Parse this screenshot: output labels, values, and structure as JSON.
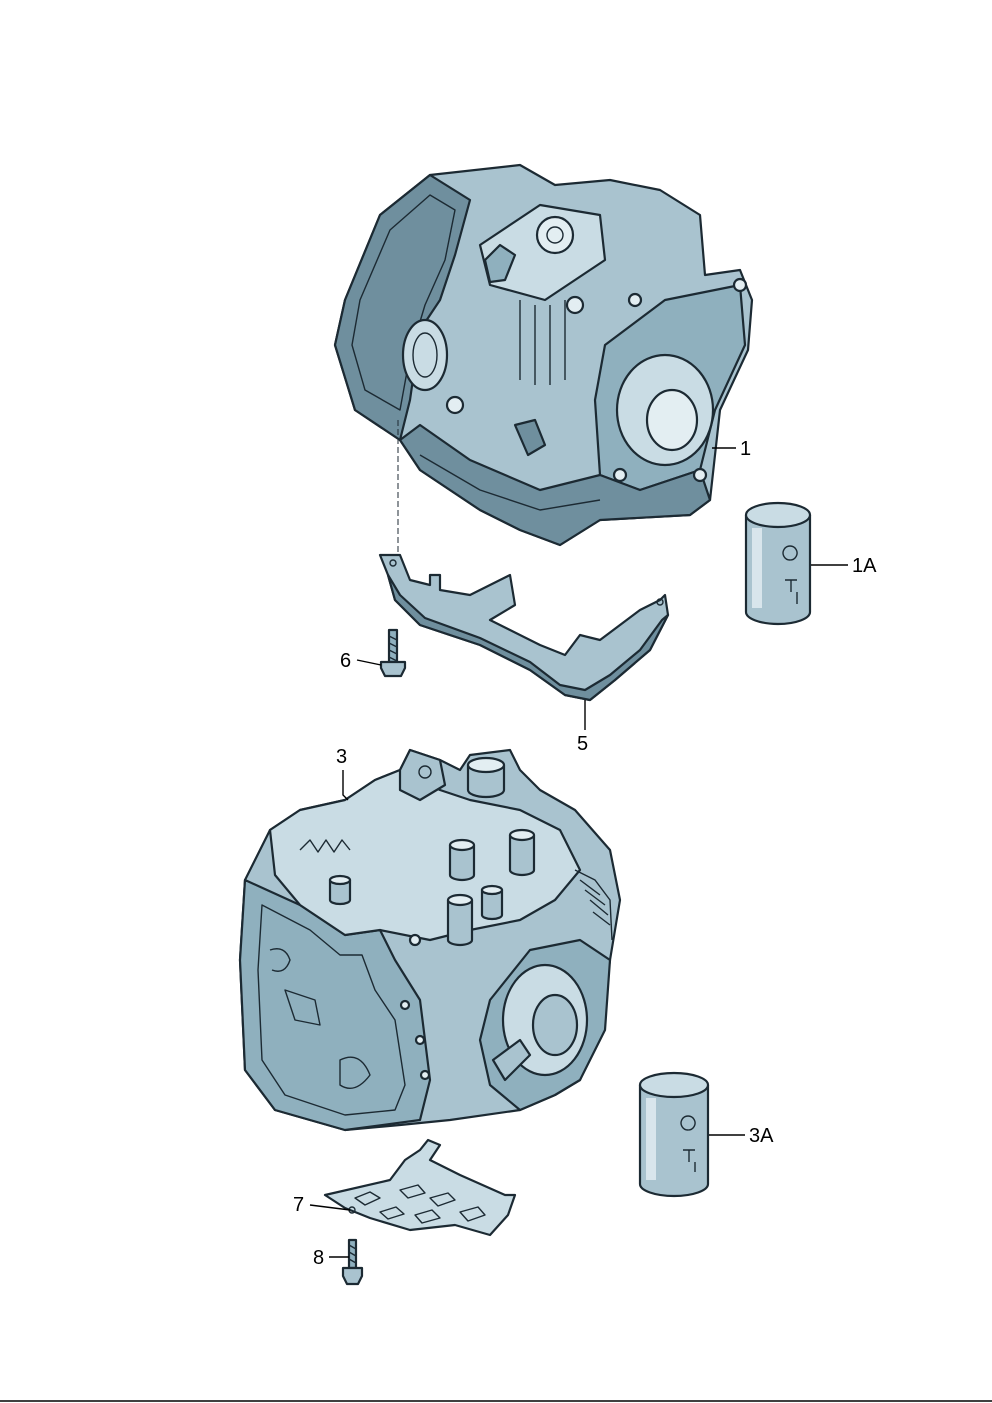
{
  "callouts": {
    "c1": "1",
    "c1a": "1A",
    "c3": "3",
    "c3a": "3A",
    "c5": "5",
    "c6": "6",
    "c7": "7",
    "c8": "8"
  },
  "colors": {
    "part_fill": "#a9c3cf",
    "part_shadow": "#6f8f9e",
    "outline": "#1c2a33"
  }
}
